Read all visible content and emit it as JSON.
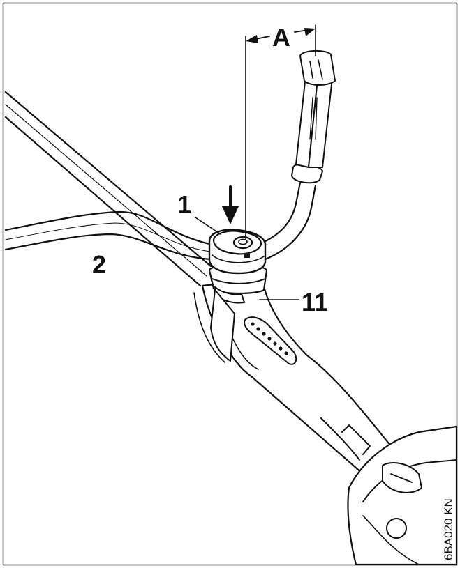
{
  "labels": {
    "dimension": "A",
    "item_1": "1",
    "item_2": "2",
    "item_11": "11"
  },
  "figure_code": "6BA020 KN"
}
